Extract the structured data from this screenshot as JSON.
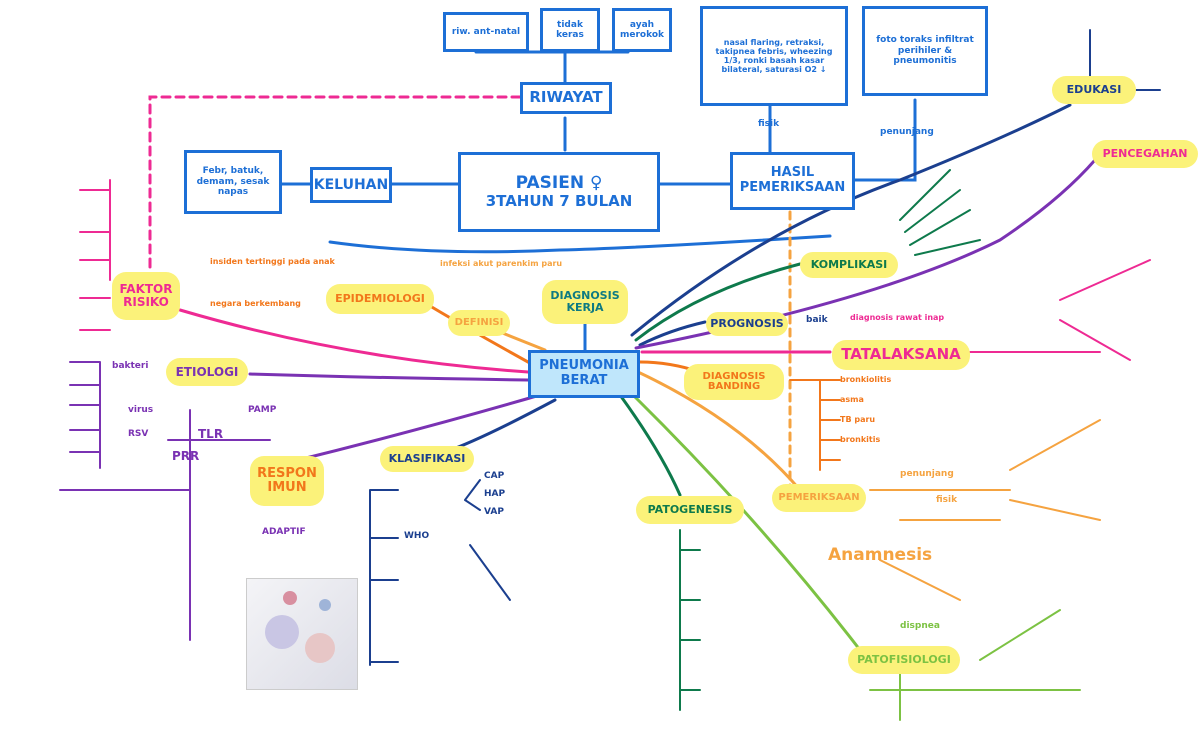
{
  "center": {
    "title": "PNEUMONIA BERAT"
  },
  "patient": {
    "line1": "PASIEN ♀",
    "line2": "3TAHUN 7 BULAN"
  },
  "top_boxes": {
    "riwayat": "RIWAYAT",
    "keluhan": "KELUHAN",
    "hasil": "HASIL PEMERIKSAAN",
    "riw_1": "riw. ant-natal",
    "riw_2": "tidak keras",
    "riw_3": "ayah merokok",
    "kel_detail": "Febr, batuk, demam, sesak napas",
    "hasil_1": "nasal flaring, retraksi, takipnea febris, wheezing 1/3, ronki basah kasar bilateral, saturasi O2 ↓",
    "hasil_2": "foto toraks infiltrat perihiler & pneumonitis",
    "fisik": "fisik",
    "penunjang": "penunjang"
  },
  "nodes": {
    "faktor": "FAKTOR RISIKO",
    "etiologi": "ETIOLOGI",
    "respon": "RESPON IMUN",
    "klasifikasi": "KLASIFIKASI",
    "patogenesis": "PATOGENESIS",
    "patofisiologi": "PATOFISIOLOGI",
    "pemeriksaan": "PEMERIKSAAN",
    "diagnosis_banding": "DIAGNOSIS BANDING",
    "tatalaksana": "TATALAKSANA",
    "pencegahan": "PENCEGAHAN",
    "edukasi": "EDUKASI",
    "komplikasi": "KOMPLIKASI",
    "prognosis": "PROGNOSIS",
    "epidemiologi": "EPIDEMIOLOGI",
    "definisi": "DEFINISI",
    "diagnosis_kerja": "DIAGNOSIS KERJA"
  },
  "labels": {
    "prognosis_val": "baik",
    "tlr": "TLR",
    "prr": "PRR",
    "pamp": "PAMP",
    "rsv": "RSV",
    "adaptif": "ADAPTIF",
    "anamnesis": "Anamnesis",
    "cap": "CAP",
    "hap": "HAP",
    "vap": "VAP",
    "who": "WHO",
    "fisik_pem": "fisik",
    "penunjang_pem": "penunjang",
    "virus": "virus",
    "bakteri": "bakteri",
    "epid_1": "insiden tertinggi pada anak",
    "epid_2": "negara berkembang",
    "definisi_note": "infeksi akut parenkim paru",
    "tatalaksana_note": "diagnosis rawat inap",
    "patofis_note": "dispnea",
    "db_1": "bronkiolitis",
    "db_2": "asma",
    "db_3": "TB paru",
    "db_4": "bronkitis"
  }
}
